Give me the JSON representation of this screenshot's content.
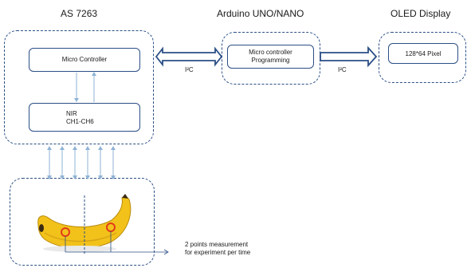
{
  "titles": {
    "as7263": "AS 7263",
    "arduino": "Arduino UNO/NANO",
    "oled": "OLED Display"
  },
  "blocks": {
    "micro_controller": "Micro Controller",
    "nir_line1": "NIR",
    "nir_line2": "CH1-CH6",
    "programming_line1": "Micro controller",
    "programming_line2": "Programming",
    "oled_pixel": "128*64 Pixel"
  },
  "connections": {
    "i2c_left": "I²C",
    "i2c_right": "I²C"
  },
  "note": {
    "line1": "2 points measurement",
    "line2": "for experiment per time"
  },
  "colors": {
    "box_border": "#2b4f86",
    "arrow_fill": "#ffffff",
    "sensor_arrows": "#8fb3d6",
    "banana": "#f2c21b",
    "measure_point": "#e23b1a"
  }
}
